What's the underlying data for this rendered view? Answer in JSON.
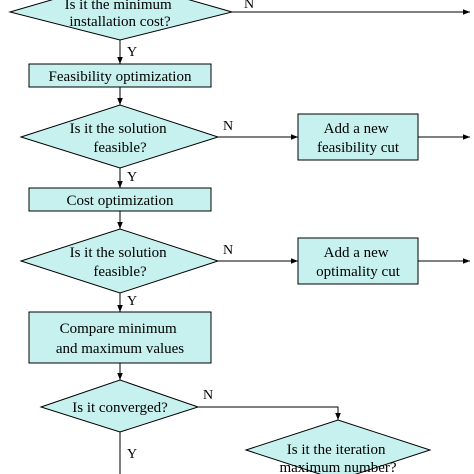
{
  "diagram": {
    "fill_color": "#c7f1ef",
    "stroke_color": "#000000",
    "nodes": {
      "d1": [
        "Is it the minimum",
        "installation cost?"
      ],
      "p1": [
        "Feasibility optimization"
      ],
      "d2": [
        "Is it the solution",
        "feasible?"
      ],
      "p2": [
        "Add a new",
        "feasibility cut"
      ],
      "p3": [
        "Cost optimization"
      ],
      "d3": [
        "Is it the solution",
        "feasible?"
      ],
      "p4": [
        "Add a new",
        "optimality cut"
      ],
      "p5": [
        "Compare minimum",
        "and maximum values"
      ],
      "d4": [
        "Is it converged?"
      ],
      "d5": [
        "Is it the iteration",
        "maximum number?"
      ]
    },
    "edge_labels": {
      "yes": "Y",
      "no": "N"
    }
  }
}
